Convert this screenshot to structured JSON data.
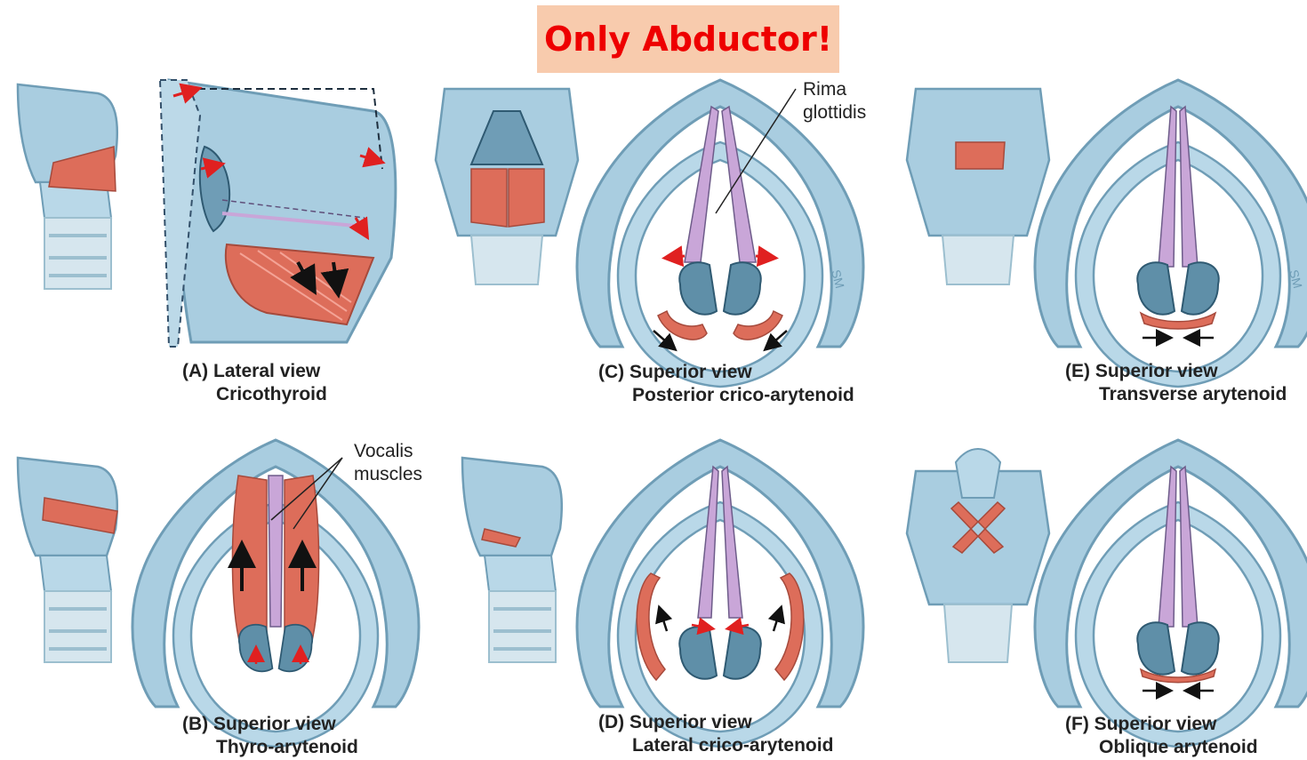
{
  "banner": {
    "text": "Only Abductor!"
  },
  "panels": [
    {
      "id": "A",
      "letter": "(A)",
      "view": "Lateral view",
      "muscle": "Cricothyroid"
    },
    {
      "id": "C",
      "letter": "(C)",
      "view": "Superior view",
      "muscle": "Posterior crico-arytenoid"
    },
    {
      "id": "E",
      "letter": "(E)",
      "view": "Superior view",
      "muscle": "Transverse arytenoid"
    },
    {
      "id": "B",
      "letter": "(B)",
      "view": "Superior view",
      "muscle": "Thyro-arytenoid"
    },
    {
      "id": "D",
      "letter": "(D)",
      "view": "Superior view",
      "muscle": "Lateral crico-arytenoid"
    },
    {
      "id": "F",
      "letter": "(F)",
      "view": "Superior view",
      "muscle": "Oblique arytenoid"
    }
  ],
  "labels": {
    "rima": [
      "Rima",
      "glottidis"
    ],
    "vocalis": [
      "Vocalis",
      "muscles"
    ],
    "artist_mark": "SM"
  },
  "colors": {
    "cartilage": "#a9cde0",
    "cartilage_dark": "#6f9db6",
    "muscle": "#dd6d5a",
    "ligament": "#c9a6d8",
    "arrow_red": "#e02020",
    "banner_bg": "#f8cbad",
    "banner_text": "#ee0000"
  }
}
